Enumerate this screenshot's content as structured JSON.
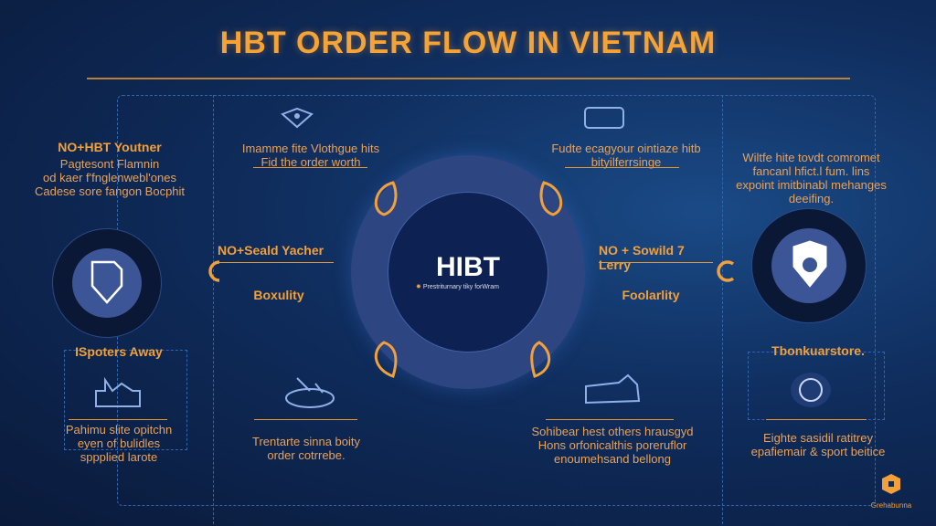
{
  "title": "HBT ORDER FLOW IN VIETNAM",
  "center": {
    "logo": "HIBT",
    "tagline": "Prestriturnary tiky forWram"
  },
  "left_top": {
    "heading": "NO+HBT Youtner",
    "body": [
      "Pagtesont Flamnin",
      "od kaer f'fnglenwebl'ones",
      "Cadese sore fangon Bocphit"
    ]
  },
  "left_bottom": {
    "heading": "ISpoters Away",
    "body": [
      "Pahimu slite opitchn",
      "eyen of bulidles",
      "sppplied larote"
    ]
  },
  "mid_left_top": {
    "body": [
      "Imamme fite Vlothgue hits",
      "Fid the order worth"
    ]
  },
  "mid_left_label": {
    "heading": "NO+Seald Yacher",
    "sub": "Boxulity"
  },
  "mid_left_bottom": {
    "body": [
      "Trentarte sinna boity",
      "order cotrrebe."
    ]
  },
  "mid_right_top": {
    "body": [
      "Fudte ecagyour ointiaze hitb",
      "bityilferrsinge"
    ]
  },
  "mid_right_label": {
    "heading": "NO + Sowild 7 Lerry",
    "sub": "Foolarlity"
  },
  "mid_right_bottom": {
    "body": [
      "Sohibear hest others hrausgyd",
      "Hons orfonicalthis poreruflor",
      "enoumehsand bellong"
    ]
  },
  "right_top": {
    "body": [
      "Wiltfe hite tovdt comromet",
      "fancanl hfict.l fum. lins",
      "expoint imitbinabl mehanges",
      "deeifing."
    ]
  },
  "right_bottom": {
    "heading": "Tbonkuarstore.",
    "body": [
      "Eighte sasidil ratitrey",
      "epafiemair & sport beitice"
    ]
  },
  "brand": {
    "label": "Grehabunna"
  },
  "colors": {
    "accent": "#f2a03a",
    "ring": "#2d4580",
    "bg": "#0f2c5c"
  }
}
